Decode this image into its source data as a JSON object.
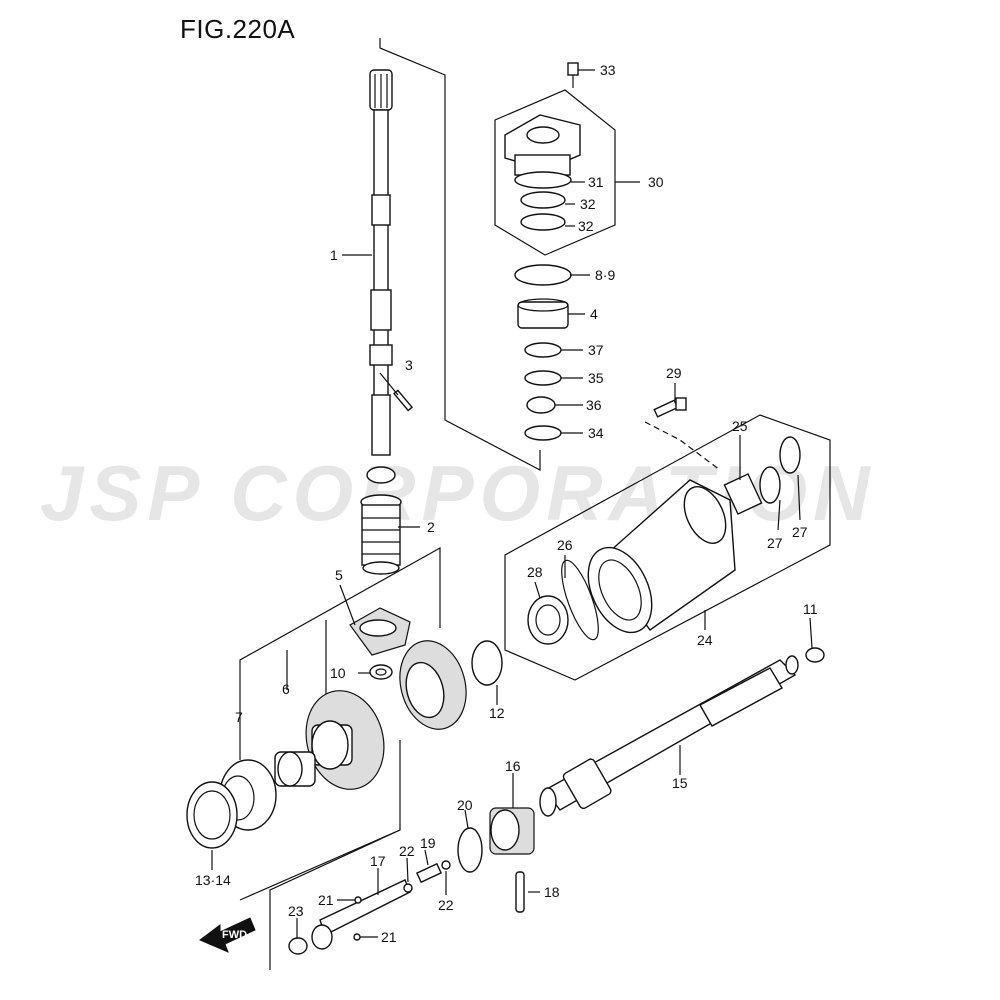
{
  "figure": {
    "title": "FIG.220A"
  },
  "watermark": {
    "text": "JSP CORPORATION"
  },
  "direction": {
    "label": "FWD"
  },
  "callouts": {
    "c1": "1",
    "c2": "2",
    "c3": "3",
    "c4": "4",
    "c5": "5",
    "c6": "6",
    "c7": "7",
    "c8_9": "8·9",
    "c10": "10",
    "c11": "11",
    "c12": "12",
    "c13_14": "13·14",
    "c15": "15",
    "c16": "16",
    "c17": "17",
    "c18": "18",
    "c19": "19",
    "c20": "20",
    "c21a": "21",
    "c21b": "21",
    "c22a": "22",
    "c22b": "22",
    "c23": "23",
    "c24": "24",
    "c25": "25",
    "c26": "26",
    "c27a": "27",
    "c27b": "27",
    "c28": "28",
    "c29": "29",
    "c30": "30",
    "c31": "31",
    "c32a": "32",
    "c32b": "32",
    "c33": "33",
    "c34": "34",
    "c35": "35",
    "c36": "36",
    "c37": "37"
  }
}
